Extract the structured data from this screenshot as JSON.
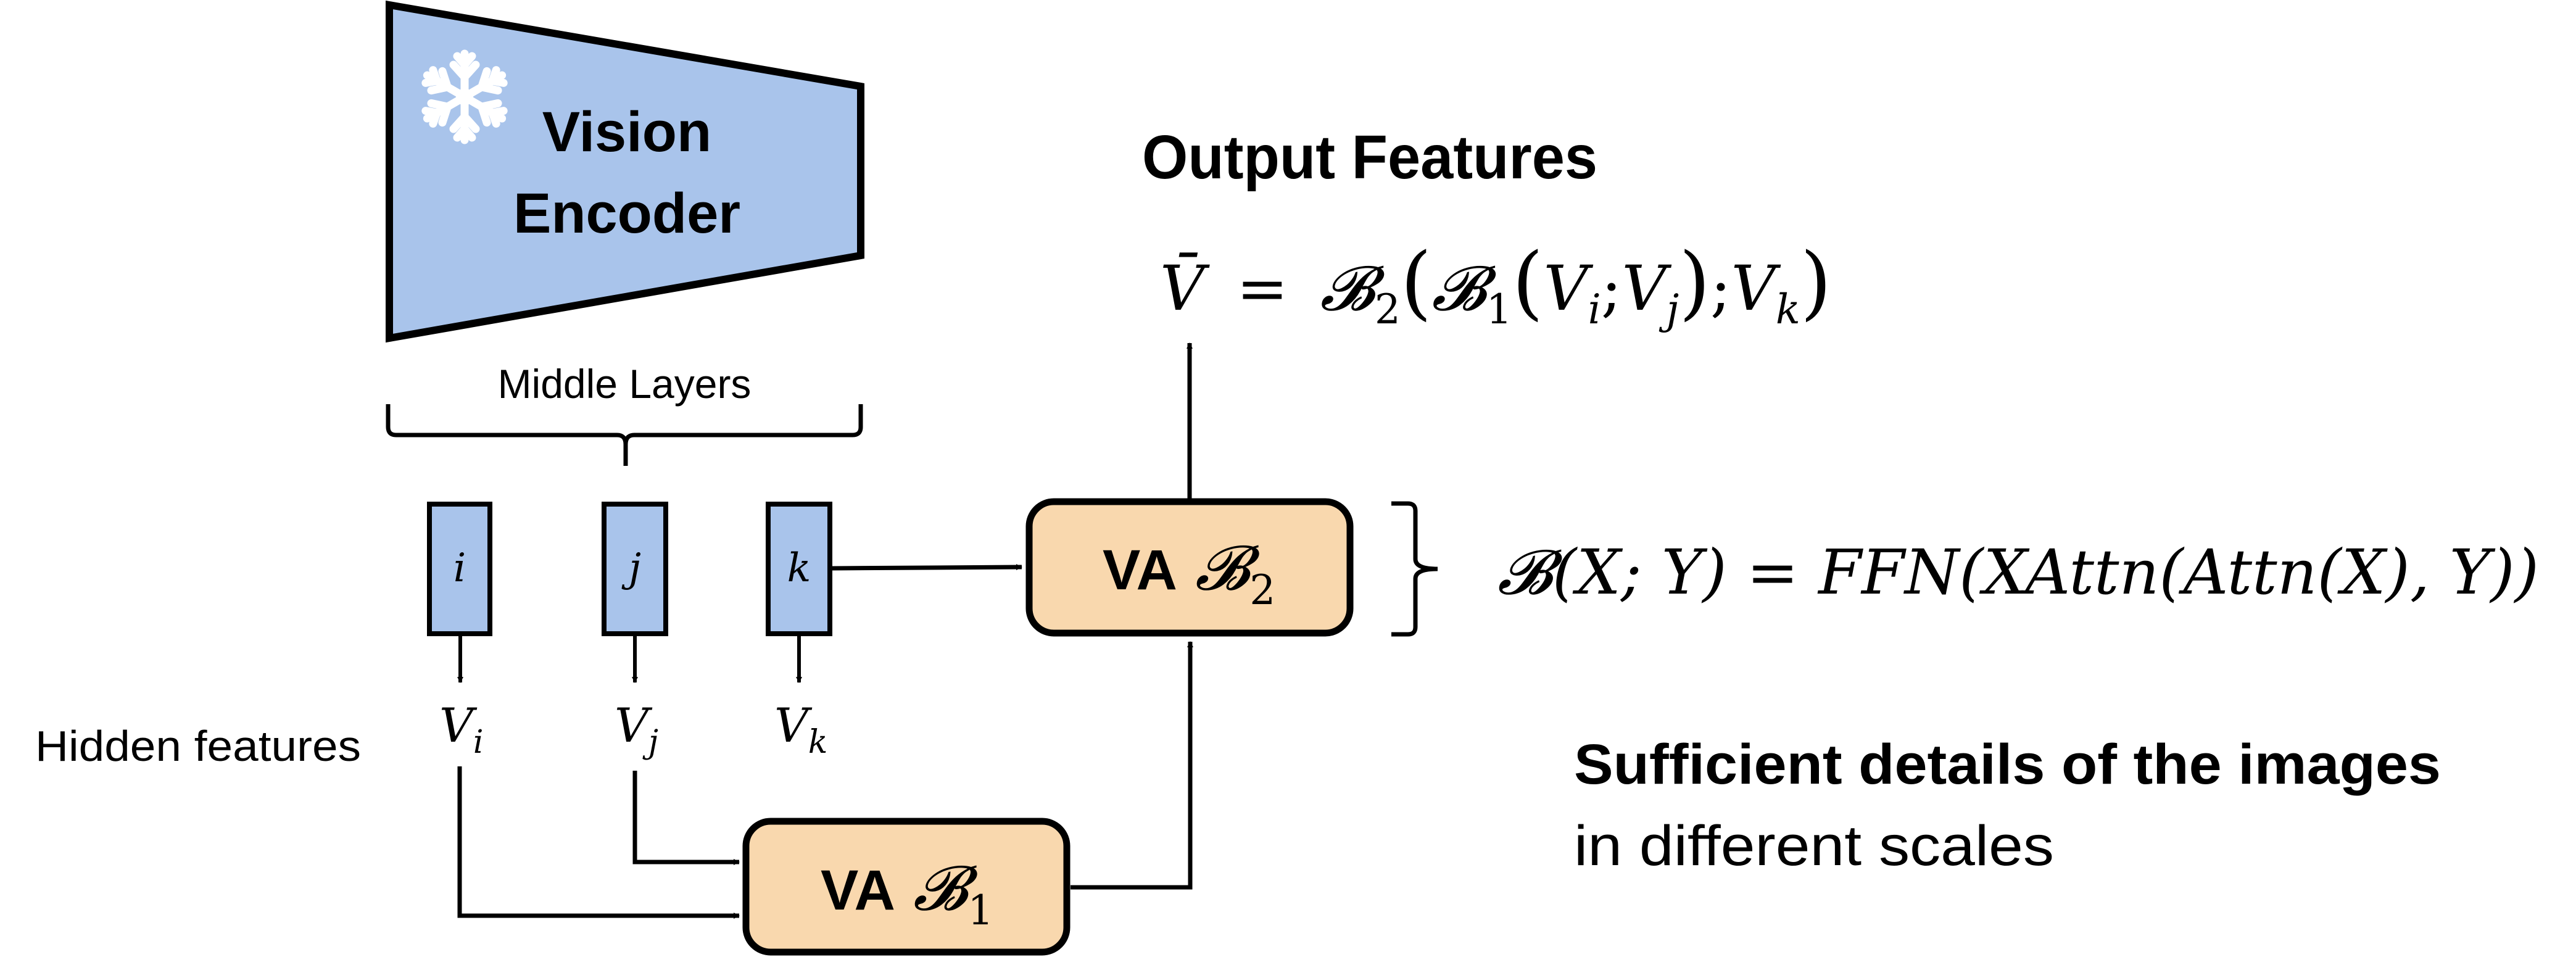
{
  "colors": {
    "encoder_fill": "#A9C4EB",
    "layer_fill": "#A9C4EB",
    "va_fill": "#F9D8AE",
    "stroke": "#000000",
    "snowflake": "#FFFFFF"
  },
  "encoder": {
    "title_line1": "Vision",
    "title_line2": "Encoder",
    "icon": "snowflake-icon",
    "frozen": true
  },
  "middle_layers": {
    "label": "Middle Layers",
    "layers": [
      {
        "index": "i",
        "feature_base": "V",
        "feature_sub": "i"
      },
      {
        "index": "j",
        "feature_base": "V",
        "feature_sub": "j"
      },
      {
        "index": "k",
        "feature_base": "V",
        "feature_sub": "k"
      }
    ]
  },
  "hidden_features_label": "Hidden features",
  "blocks": {
    "b1": {
      "prefix": "VA",
      "symbol": "𝓑",
      "sub": "1"
    },
    "b2": {
      "prefix": "VA",
      "symbol": "𝓑",
      "sub": "2"
    }
  },
  "output": {
    "title": "Output Features",
    "equation": {
      "lhs": "V̄",
      "eq": "=",
      "b2": "𝓑",
      "b2_sub": "2",
      "open1": "(",
      "b1": "𝓑",
      "b1_sub": "1",
      "open2": "(",
      "vi": "V",
      "vi_sub": "i",
      "sep1": ";",
      "vj": "V",
      "vj_sub": "j",
      "close2": ")",
      "sep2": ";",
      "vk": "V",
      "vk_sub": "k",
      "close1": ")"
    }
  },
  "block_definition": {
    "lhs_symbol": "𝓑",
    "lhs_args": "(X; Y)",
    "eq": "=",
    "rhs": "FFN(XAttn(Attn(X), Y))"
  },
  "caption": {
    "line1": "Sufficient details of the images",
    "line2": "in different scales"
  }
}
